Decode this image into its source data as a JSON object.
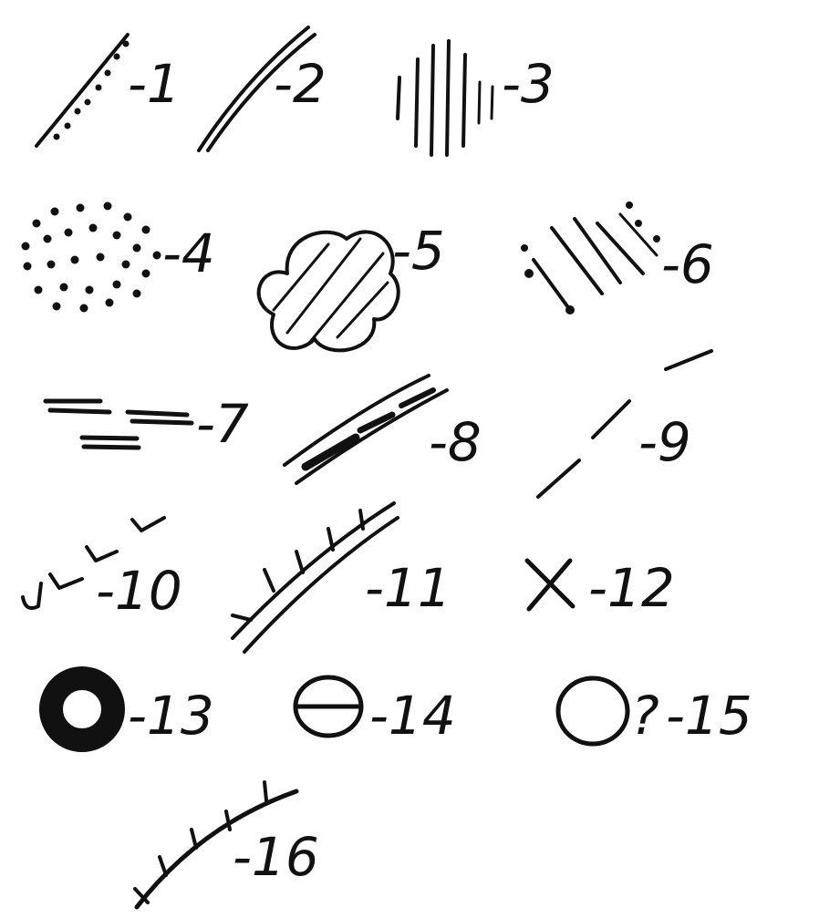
{
  "legend": {
    "items": [
      {
        "symbol": "dotted-line-icon",
        "label": "-1"
      },
      {
        "symbol": "double-line-icon",
        "label": "-2"
      },
      {
        "symbol": "vertical-hatch-icon",
        "label": "-3"
      },
      {
        "symbol": "dot-cluster-icon",
        "label": "-4"
      },
      {
        "symbol": "hatched-blob-icon",
        "label": "-5"
      },
      {
        "symbol": "hatched-dots-icon",
        "label": "-6"
      },
      {
        "symbol": "horizontal-dashes-icon",
        "label": "-7"
      },
      {
        "symbol": "shaded-band-icon",
        "label": "-8"
      },
      {
        "symbol": "dashed-line-icon",
        "label": "-9"
      },
      {
        "symbol": "tick-marks-icon",
        "label": "-10"
      },
      {
        "symbol": "ticked-double-line-icon",
        "label": "-11"
      },
      {
        "symbol": "cross-icon",
        "label": "-12"
      },
      {
        "symbol": "filled-ring-icon",
        "label": "-13"
      },
      {
        "symbol": "barred-circle-icon",
        "label": "-14"
      },
      {
        "symbol": "open-circle-icon",
        "label": "-15"
      },
      {
        "symbol": "ticked-arc-icon",
        "label": "-16"
      }
    ]
  },
  "colors": {
    "ink": "#111111",
    "background": "#ffffff"
  },
  "extra_marks": {
    "query_mark": "?"
  }
}
